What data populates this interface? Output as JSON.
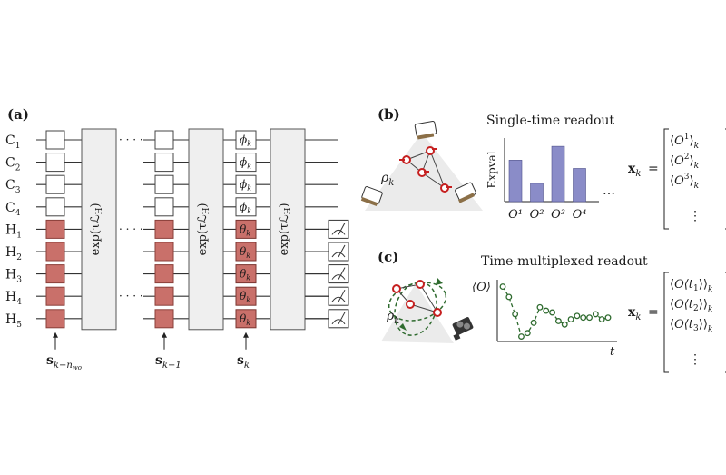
{
  "panels": {
    "a": {
      "label": "(a)"
    },
    "b": {
      "label": "(b)",
      "title": "Single-time readout",
      "rho": "ρ",
      "rho_sub": "k"
    },
    "c": {
      "label": "(c)",
      "title": "Time-multiplexed readout",
      "rho": "ρ",
      "rho_sub": "k"
    }
  },
  "circuit": {
    "control_qubits": [
      {
        "base": "C",
        "sub": "1"
      },
      {
        "base": "C",
        "sub": "2"
      },
      {
        "base": "C",
        "sub": "3"
      },
      {
        "base": "C",
        "sub": "4"
      }
    ],
    "hidden_qubits": [
      {
        "base": "H",
        "sub": "1"
      },
      {
        "base": "H",
        "sub": "2"
      },
      {
        "base": "H",
        "sub": "3"
      },
      {
        "base": "H",
        "sub": "4"
      },
      {
        "base": "H",
        "sub": "5"
      }
    ],
    "evolution_label": "exp(τℒ",
    "evolution_sub": "H",
    "evolution_close": ")",
    "phi_gate": "ϕ",
    "theta_gate": "θ",
    "gate_sub": "k",
    "dots": "· · · ·",
    "inputs": [
      {
        "base": "s",
        "sub": "k−n",
        "subsub": "wo"
      },
      {
        "base": "s",
        "sub": "k−1"
      },
      {
        "base": "s",
        "sub": "k"
      }
    ],
    "meters": 5
  },
  "chart_data": [
    {
      "type": "bar",
      "title": "Single-time readout",
      "ylabel": "Expval",
      "categories": [
        "O¹",
        "O²",
        "O³",
        "O⁴"
      ],
      "values": [
        0.75,
        0.33,
        1.0,
        0.6
      ],
      "ylim": [
        0,
        1.15
      ],
      "grid": false,
      "ellipsis": "…",
      "color": "#8a8cc8"
    },
    {
      "type": "line",
      "title": "Time-multiplexed readout",
      "ylabel": "⟨O⟩",
      "xlabel": "t",
      "x": [
        1,
        2,
        3,
        4,
        5,
        6,
        7,
        8,
        9,
        10,
        11,
        12,
        13,
        14,
        15,
        16,
        17,
        18
      ],
      "values": [
        0.9,
        0.6,
        0.1,
        -0.55,
        -0.45,
        -0.15,
        0.3,
        0.2,
        0.15,
        -0.1,
        -0.2,
        -0.05,
        0.05,
        0.0,
        0.0,
        0.1,
        -0.05,
        0.0
      ],
      "ylim": [
        -0.8,
        1.1
      ],
      "grid": false,
      "color": "#2f6b2f"
    }
  ],
  "vectors": {
    "b": {
      "lhs": "x",
      "lhs_sub": "k",
      "eq": "=",
      "entries": [
        {
          "inner": "O",
          "sup": "1"
        },
        {
          "inner": "O",
          "sup": "2"
        },
        {
          "inner": "O",
          "sup": "3"
        }
      ],
      "vdots": "⋮"
    },
    "c": {
      "lhs": "x",
      "lhs_sub": "k",
      "eq": "=",
      "entries": [
        {
          "inner": "O⟨t",
          "tsub": "1"
        },
        {
          "inner": "O⟨t",
          "tsub": "2"
        },
        {
          "inner": "O⟨t",
          "tsub": "3"
        }
      ],
      "vdots": "⋮"
    }
  }
}
